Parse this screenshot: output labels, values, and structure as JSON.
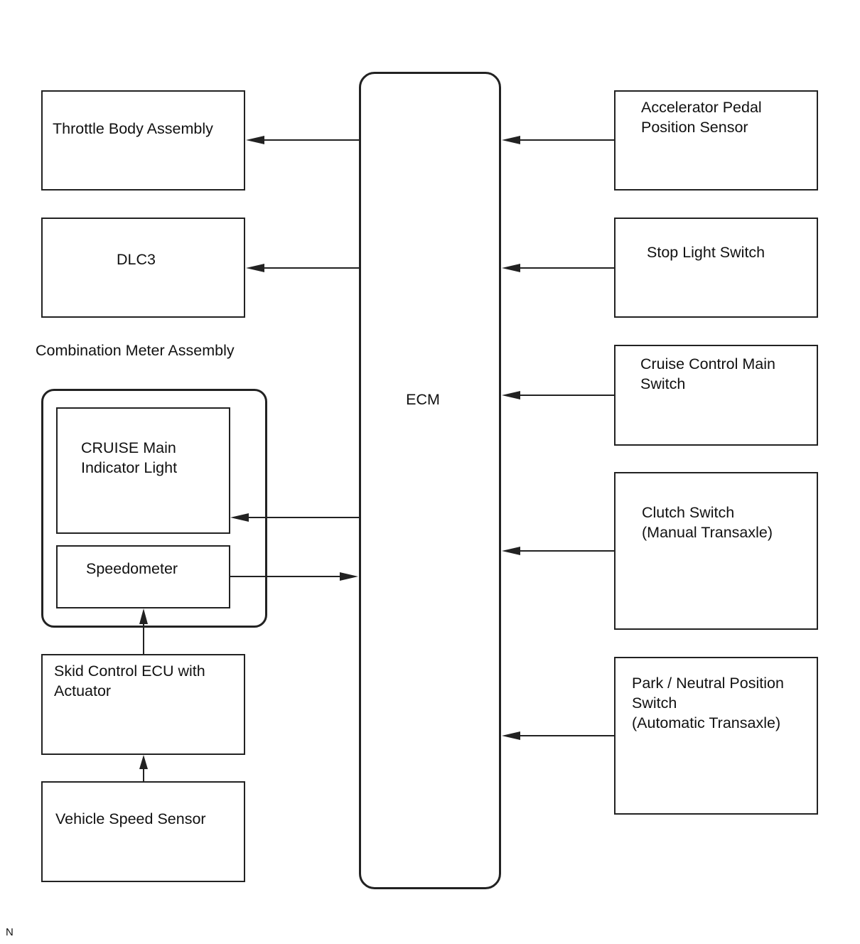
{
  "ecm": {
    "label": "ECM"
  },
  "outputs": {
    "throttle_body": "Throttle Body Assembly",
    "dlc3": "DLC3"
  },
  "combination_meter": {
    "label": "Combination Meter Assembly",
    "cruise_indicator": "CRUISE Main\nIndicator Light",
    "speedometer": "Speedometer"
  },
  "skid_control_ecu": "Skid Control ECU with\nActuator",
  "vehicle_speed_sensor": "Vehicle Speed Sensor",
  "inputs": {
    "accelerator_pedal": "Accelerator Pedal\nPosition Sensor",
    "stop_light_switch": "Stop Light Switch",
    "cruise_main_switch": "Cruise Control Main\nSwitch",
    "clutch_switch": "Clutch Switch\n(Manual Transaxle)",
    "park_neutral_switch": "Park / Neutral Position\nSwitch\n(Automatic Transaxle)"
  },
  "footer": {
    "code": "N"
  }
}
